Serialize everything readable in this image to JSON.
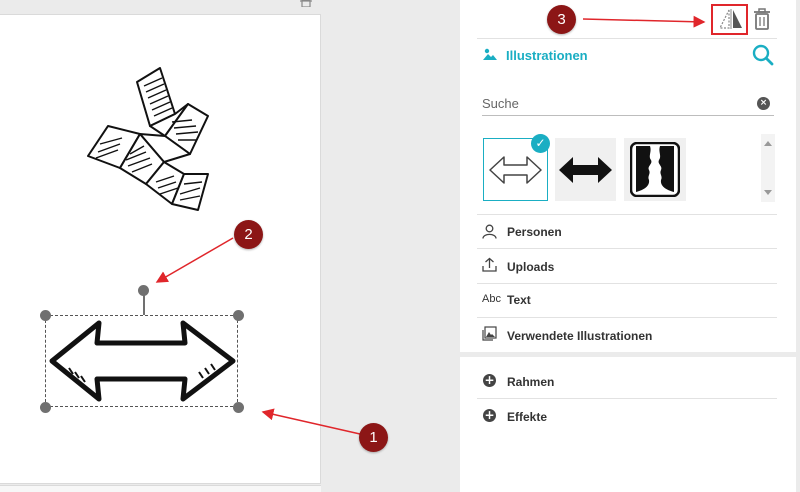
{
  "panel": {
    "illustrations_title": "Illustrationen",
    "search_placeholder": "Suche",
    "menu": [
      {
        "label": "Personen"
      },
      {
        "label": "Uploads"
      },
      {
        "label": "Text",
        "icon_text": "Abc"
      },
      {
        "label": "Verwendete Illustrationen"
      }
    ],
    "options": [
      {
        "label": "Rahmen"
      },
      {
        "label": "Effekte"
      }
    ]
  },
  "annotations": [
    "1",
    "2",
    "3"
  ],
  "icons": {
    "flip": "flip-horizontal-icon",
    "delete": "trash-icon",
    "search": "search-icon",
    "clear": "clear-icon"
  },
  "colors": {
    "accent": "#1aaec3",
    "annotation": "#8c1616",
    "arrow": "#e0262b"
  }
}
